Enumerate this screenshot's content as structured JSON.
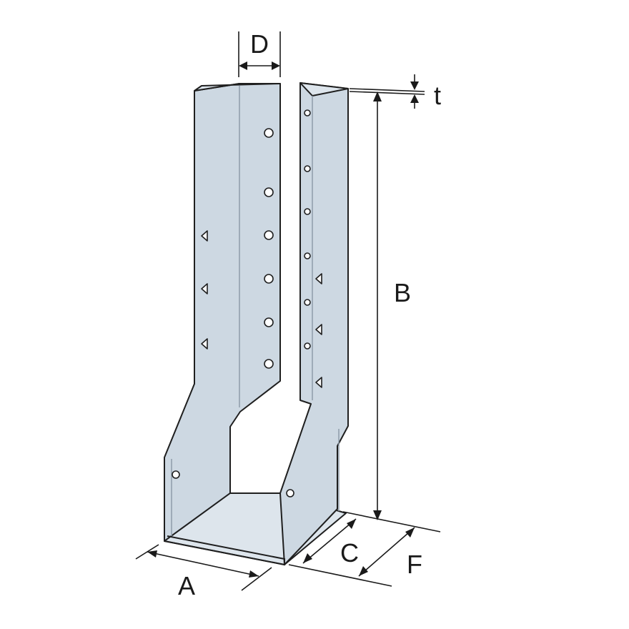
{
  "diagram": {
    "labels": {
      "A": "A",
      "B": "B",
      "C": "C",
      "D": "D",
      "F": "F",
      "t": "t"
    }
  }
}
